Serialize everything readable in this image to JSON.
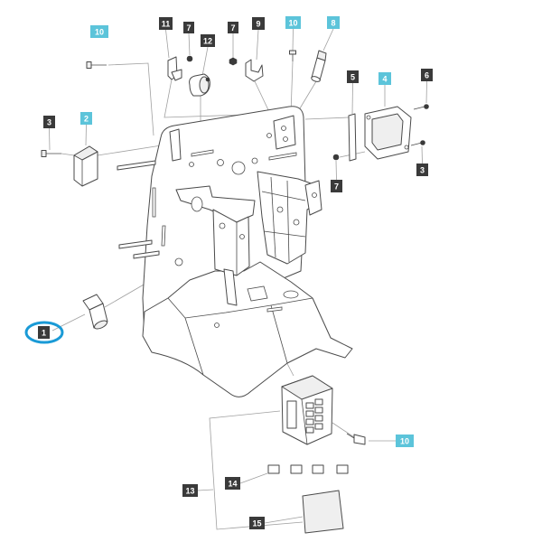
{
  "diagram": {
    "line_color": "#4a4a4a",
    "selection_ring_color": "#1a9ad6",
    "callouts": [
      {
        "label": "10",
        "color": "#5cc4da"
      },
      {
        "label": "11",
        "color": "#3a3a3a"
      },
      {
        "label": "7",
        "color": "#3a3a3a"
      },
      {
        "label": "12",
        "color": "#3a3a3a"
      },
      {
        "label": "7",
        "color": "#3a3a3a"
      },
      {
        "label": "9",
        "color": "#3a3a3a"
      },
      {
        "label": "10",
        "color": "#5cc4da"
      },
      {
        "label": "8",
        "color": "#5cc4da"
      },
      {
        "label": "5",
        "color": "#3a3a3a"
      },
      {
        "label": "4",
        "color": "#5cc4da"
      },
      {
        "label": "6",
        "color": "#3a3a3a"
      },
      {
        "label": "3",
        "color": "#3a3a3a"
      },
      {
        "label": "2",
        "color": "#5cc4da"
      },
      {
        "label": "3",
        "color": "#3a3a3a"
      },
      {
        "label": "7",
        "color": "#3a3a3a"
      },
      {
        "label": "1",
        "color": "#3a3a3a",
        "selected": true
      },
      {
        "label": "10",
        "color": "#5cc4da"
      },
      {
        "label": "14",
        "color": "#3a3a3a"
      },
      {
        "label": "13",
        "color": "#3a3a3a"
      },
      {
        "label": "15",
        "color": "#3a3a3a"
      }
    ]
  }
}
